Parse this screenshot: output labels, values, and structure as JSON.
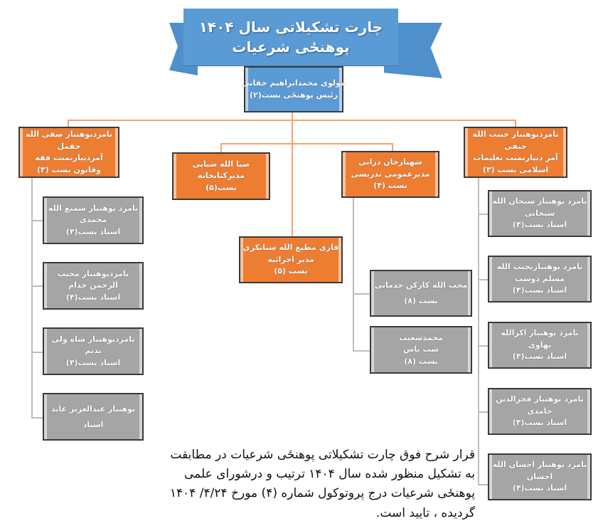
{
  "banner": {
    "line1": "چارت تشکیلاتی سال ۱۴۰۴",
    "line2": "پوهنځی شرعیات"
  },
  "head": {
    "name": "مولوی محمدابراهیم حقانی",
    "role": "رئیس پوهنځی بست(۲)"
  },
  "departments": [
    {
      "lines": [
        "نامزدپوهنیار صفی الله",
        "حقمل",
        "آمردیپارتمنت فقه",
        "وقانون بست (۳)"
      ]
    },
    {
      "lines": [
        "ضیا الله ضیایی",
        "مدیرکتابخانه",
        "بست(۵)"
      ]
    },
    {
      "lines": [
        "قاری مطیع الله ستانکزی",
        "مدیر اجرائیه",
        "بست (۵)"
      ]
    },
    {
      "lines": [
        "شهبازخان درانی",
        "مدیرعمومی تدریسی",
        "بست (۴)"
      ]
    },
    {
      "lines": [
        "نامزدپوهنیار حبیب الله",
        "حنفی",
        "آمر دیپارتمنت تعلیمات",
        "اسلامی بست (۳)"
      ]
    }
  ],
  "left_staff": [
    {
      "lines": [
        "نامزد پوهنیار سمیع الله",
        "محمدی",
        "استاد بست(۴)"
      ]
    },
    {
      "lines": [
        "نامزدپوهنیار محیب",
        "الرحمن خدام",
        "استاد بست(۴)"
      ]
    },
    {
      "lines": [
        "نامزدپوهنیار شاه ولی",
        "ندیم",
        "استاد بست(۴)"
      ]
    },
    {
      "lines": [
        "پوهنیار عبدالعزیز عابد",
        "استاد"
      ]
    }
  ],
  "middle_staff": [
    {
      "lines": [
        "محب الله کارکن خدماتی",
        "بست (۸)"
      ]
    },
    {
      "lines": [
        "محمدشعیب",
        "شب باش",
        "بست (۸)"
      ]
    }
  ],
  "right_staff": [
    {
      "lines": [
        "نامزد پوهنیار سبحان الله",
        "سبحانی",
        "استاد بست(۴)"
      ]
    },
    {
      "lines": [
        "نامزد پوهنیارنجیب الله",
        "مسلم دوست",
        "استاد بست(۴)"
      ]
    },
    {
      "lines": [
        "نامزد پوهنیار اکرالله",
        "بهاوی",
        "استاد بست(۴)"
      ]
    },
    {
      "lines": [
        "نامزد پوهنیار فخرالدین",
        "حامدی",
        "استاد بست(۴)"
      ]
    },
    {
      "lines": [
        "نامزد پوهنیار احسان الله",
        "احسان",
        "استاد بست(۴)"
      ]
    }
  ],
  "footer": {
    "text": "قرار شرح فوق چارت تشکیلاتی پوهنځی شرعیات در مطابقت به تشکیل منظور شده سال ۱۴۰۴ ترتیب و درشورای علمی پوهنځی شرعیات درج پروتوکول شماره (۴) مورخ ۴/۲۴/ ۱۴۰۴ گردیده ، تایید است."
  },
  "colors": {
    "orange": "#ED7D31",
    "gray": "#A5A5A5",
    "blue": "#5B9BD5"
  }
}
